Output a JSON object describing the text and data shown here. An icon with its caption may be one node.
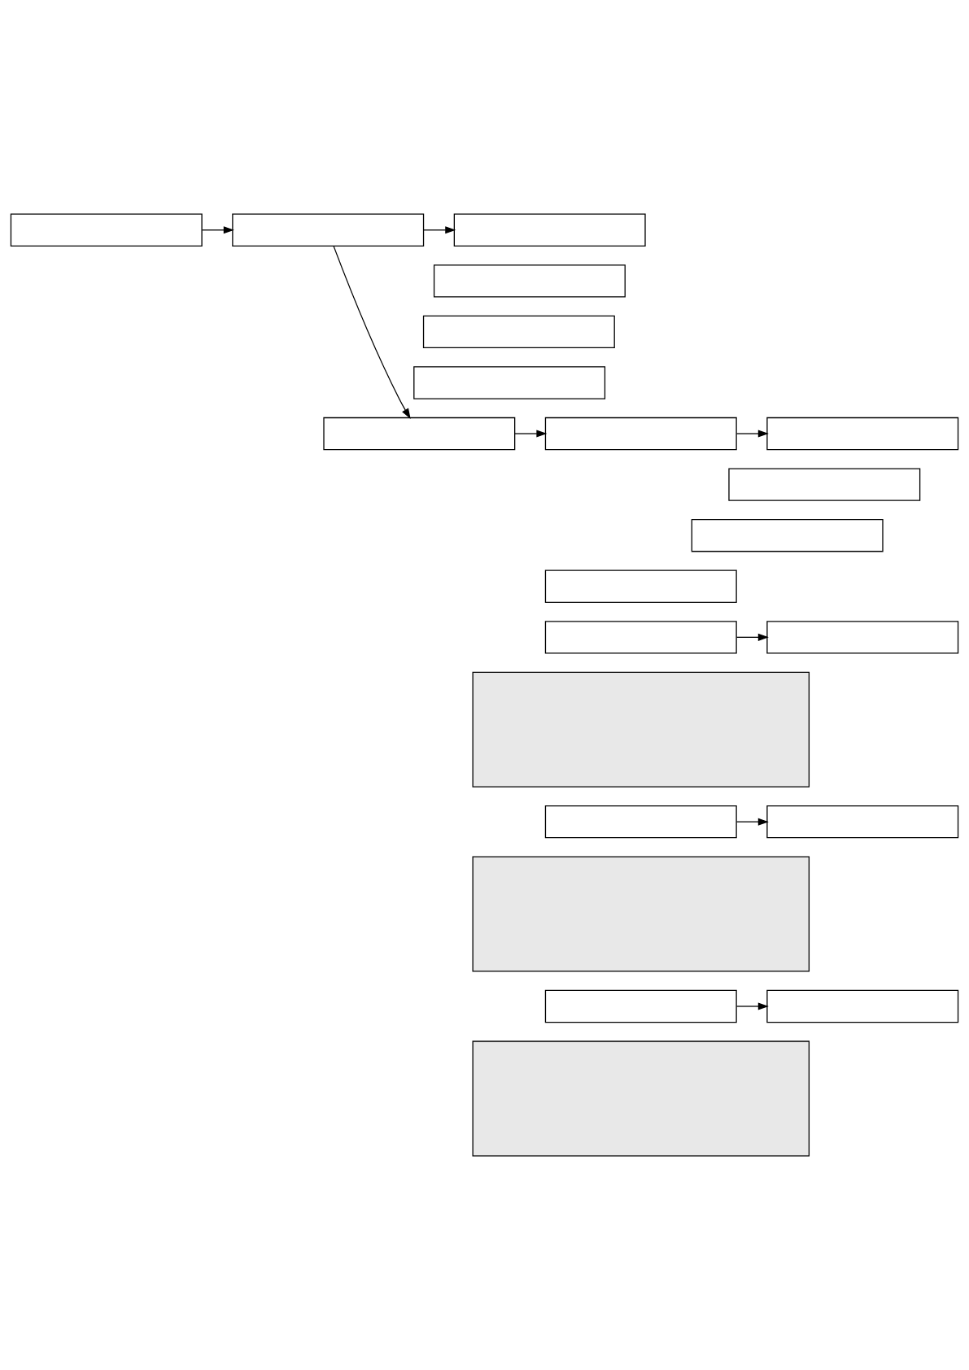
{
  "diagram": {
    "nodes": [
      {
        "text": [],
        "shape": "box"
      },
      {
        "text": [],
        "shape": "box"
      },
      {
        "text": [],
        "shape": "box"
      },
      {
        "text": [],
        "shape": "box"
      },
      {
        "text": [],
        "shape": "box"
      },
      {
        "text": [],
        "shape": "box"
      },
      {
        "text": [],
        "shape": "box"
      },
      {
        "text": [],
        "shape": "box"
      },
      {
        "text": [],
        "shape": "box"
      },
      {
        "text": [],
        "shape": "box"
      },
      {
        "text": [],
        "shape": "box"
      },
      {
        "text": [],
        "shape": "box"
      },
      {
        "text": [],
        "shape": "box"
      },
      {
        "text": [],
        "shape": "box"
      },
      {
        "text": [],
        "shape": "box"
      },
      {
        "text": [],
        "shape": "box"
      },
      {
        "text": [],
        "shape": "box"
      },
      {
        "text": [],
        "shape": "box"
      },
      {
        "text": [],
        "shape": "box"
      },
      {
        "text": [],
        "shape": "box"
      },
      {
        "text": [],
        "shape": "box"
      }
    ],
    "edges": [
      {
        "from": 0,
        "to": 1,
        "arrow": "to"
      },
      {
        "from": 1,
        "to": 2,
        "arrow": "to"
      },
      {
        "from": 1,
        "to": 6,
        "arrow": "to"
      },
      {
        "from": 6,
        "to": 7,
        "arrow": "to"
      },
      {
        "from": 7,
        "to": 8,
        "arrow": "to"
      },
      {
        "from": 12,
        "to": 13,
        "arrow": "to"
      },
      {
        "from": 15,
        "to": 16,
        "arrow": "to"
      },
      {
        "from": 18,
        "to": 19,
        "arrow": "to"
      }
    ]
  }
}
